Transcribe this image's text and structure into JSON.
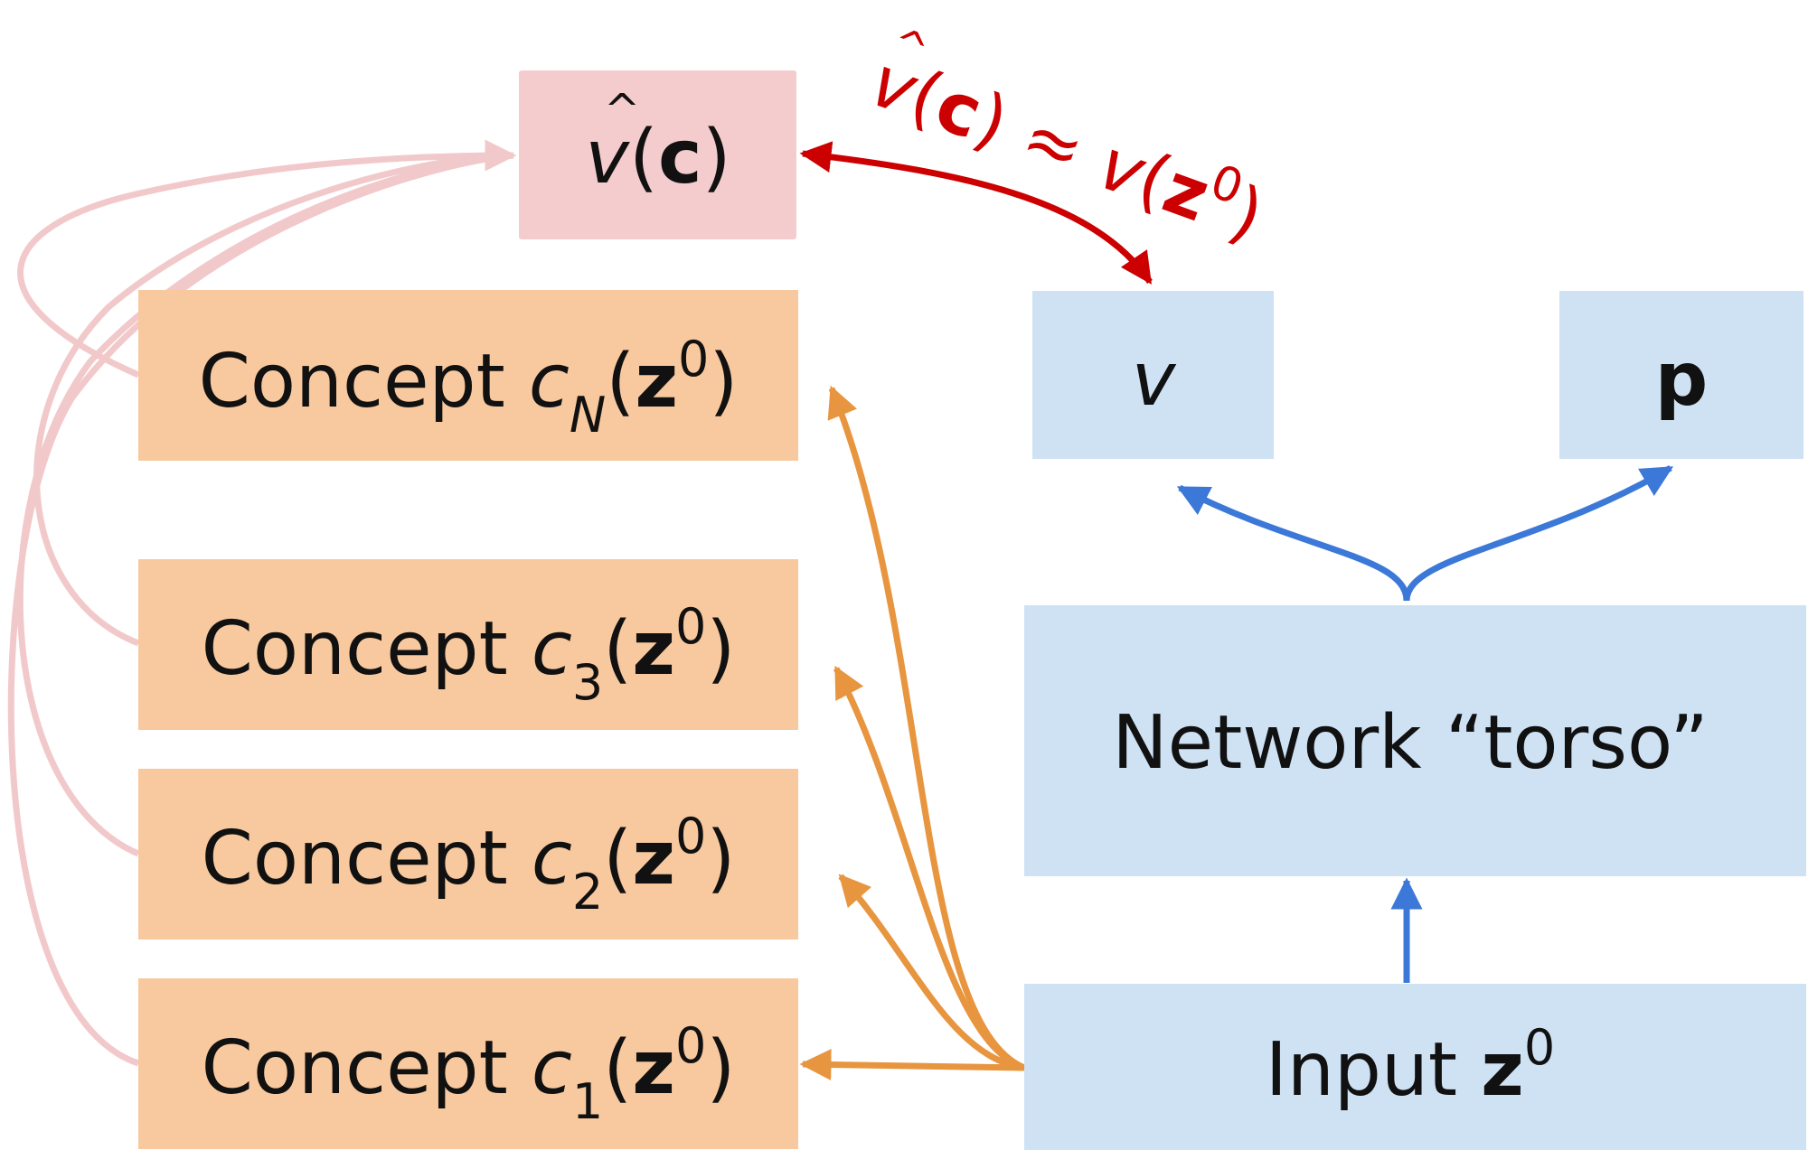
{
  "colors": {
    "pink_box": "#f4cccd",
    "pink_line": "#f2c9ca",
    "orange_box": "#f8c99f",
    "orange_line": "#e8953f",
    "blue_box": "#cfe2f4",
    "blue_line": "#3b78d8",
    "red_line": "#cc0000"
  },
  "v_hat_box": {
    "hat": "^",
    "v": "v",
    "open": "(",
    "c": "c",
    "close": ")"
  },
  "concepts": [
    {
      "word": "Concept",
      "c": "c",
      "sub": "N",
      "open": "(",
      "z": "z",
      "sup": "0",
      "close": ")"
    },
    {
      "word": "Concept",
      "c": "c",
      "sub": "3",
      "open": "(",
      "z": "z",
      "sup": "0",
      "close": ")"
    },
    {
      "word": "Concept",
      "c": "c",
      "sub": "2",
      "open": "(",
      "z": "z",
      "sup": "0",
      "close": ")"
    },
    {
      "word": "Concept",
      "c": "c",
      "sub": "1",
      "open": "(",
      "z": "z",
      "sup": "0",
      "close": ")"
    }
  ],
  "approx_label": {
    "hat": "^",
    "v": "v",
    "open": "(",
    "c": "c",
    "close": ")",
    "approx": "≈",
    "v2": "v",
    "open2": "(",
    "z": "z",
    "sup": "0",
    "close2": ")"
  },
  "v_box": {
    "label": "v"
  },
  "p_box": {
    "label": "p"
  },
  "torso_box": {
    "label": "Network “torso”"
  },
  "input_box": {
    "word": "Input",
    "z": "z",
    "sup": "0"
  }
}
